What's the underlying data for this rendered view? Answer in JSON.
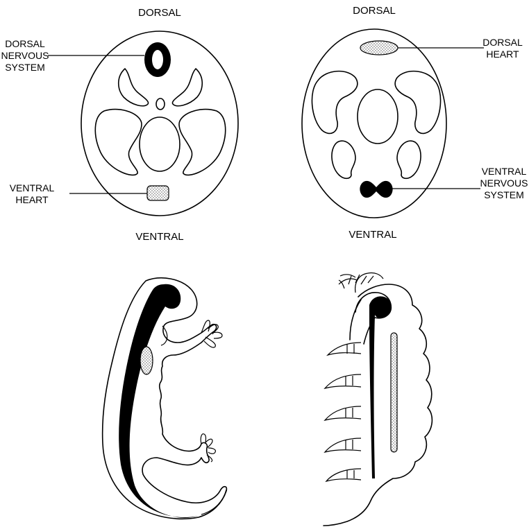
{
  "left_section": {
    "top_label": "DORSAL",
    "bottom_label": "VENTRAL",
    "callout_nervous": [
      "DORSAL",
      "NERVOUS",
      "SYSTEM"
    ],
    "callout_heart": [
      "VENTRAL",
      "HEART"
    ]
  },
  "right_section": {
    "top_label": "DORSAL",
    "bottom_label": "VENTRAL",
    "callout_heart": [
      "DORSAL",
      "HEART"
    ],
    "callout_nervous": [
      "VENTRAL",
      "NERVOUS",
      "SYSTEM"
    ]
  },
  "colors": {
    "nervous_system": "#000000",
    "heart_fill": "stipple-gray",
    "outline": "#000000"
  }
}
